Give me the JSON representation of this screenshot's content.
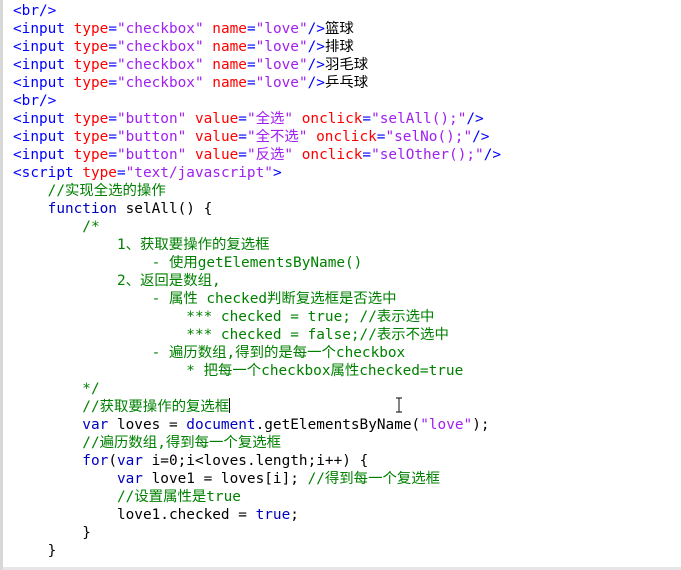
{
  "colors": {
    "tag": "#0000ff",
    "attr": "#ff0000",
    "string": "#a020f0",
    "keyword": "#0000c0",
    "comment": "#008000",
    "plain": "#000000"
  },
  "editor": {
    "lines": [
      [
        {
          "t": "tag",
          "v": "<br/>"
        }
      ],
      [
        {
          "t": "tag",
          "v": "<input "
        },
        {
          "t": "attr",
          "v": "type"
        },
        {
          "t": "tag",
          "v": "="
        },
        {
          "t": "str",
          "v": "\"checkbox\""
        },
        {
          "t": "tag",
          "v": " "
        },
        {
          "t": "attr",
          "v": "name"
        },
        {
          "t": "tag",
          "v": "="
        },
        {
          "t": "str",
          "v": "\"love\""
        },
        {
          "t": "tag",
          "v": "/>"
        },
        {
          "t": "cn",
          "v": "篮球"
        }
      ],
      [
        {
          "t": "tag",
          "v": "<input "
        },
        {
          "t": "attr",
          "v": "type"
        },
        {
          "t": "tag",
          "v": "="
        },
        {
          "t": "str",
          "v": "\"checkbox\""
        },
        {
          "t": "tag",
          "v": " "
        },
        {
          "t": "attr",
          "v": "name"
        },
        {
          "t": "tag",
          "v": "="
        },
        {
          "t": "str",
          "v": "\"love\""
        },
        {
          "t": "tag",
          "v": "/>"
        },
        {
          "t": "cn",
          "v": "排球"
        }
      ],
      [
        {
          "t": "tag",
          "v": "<input "
        },
        {
          "t": "attr",
          "v": "type"
        },
        {
          "t": "tag",
          "v": "="
        },
        {
          "t": "str",
          "v": "\"checkbox\""
        },
        {
          "t": "tag",
          "v": " "
        },
        {
          "t": "attr",
          "v": "name"
        },
        {
          "t": "tag",
          "v": "="
        },
        {
          "t": "str",
          "v": "\"love\""
        },
        {
          "t": "tag",
          "v": "/>"
        },
        {
          "t": "cn",
          "v": "羽毛球"
        }
      ],
      [
        {
          "t": "tag",
          "v": "<input "
        },
        {
          "t": "attr",
          "v": "type"
        },
        {
          "t": "tag",
          "v": "="
        },
        {
          "t": "str",
          "v": "\"checkbox\""
        },
        {
          "t": "tag",
          "v": " "
        },
        {
          "t": "attr",
          "v": "name"
        },
        {
          "t": "tag",
          "v": "="
        },
        {
          "t": "str",
          "v": "\"love\""
        },
        {
          "t": "tag",
          "v": "/>"
        },
        {
          "t": "cn",
          "v": "乒乓球"
        }
      ],
      [
        {
          "t": "tag",
          "v": "<br/>"
        }
      ],
      [
        {
          "t": "tag",
          "v": "<input "
        },
        {
          "t": "attr",
          "v": "type"
        },
        {
          "t": "tag",
          "v": "="
        },
        {
          "t": "str",
          "v": "\"button\""
        },
        {
          "t": "tag",
          "v": " "
        },
        {
          "t": "attr",
          "v": "value"
        },
        {
          "t": "tag",
          "v": "="
        },
        {
          "t": "str",
          "v": "\"全选\""
        },
        {
          "t": "tag",
          "v": " "
        },
        {
          "t": "attr",
          "v": "onclick"
        },
        {
          "t": "tag",
          "v": "="
        },
        {
          "t": "str",
          "v": "\"selAll();\""
        },
        {
          "t": "tag",
          "v": "/>"
        }
      ],
      [
        {
          "t": "tag",
          "v": "<input "
        },
        {
          "t": "attr",
          "v": "type"
        },
        {
          "t": "tag",
          "v": "="
        },
        {
          "t": "str",
          "v": "\"button\""
        },
        {
          "t": "tag",
          "v": " "
        },
        {
          "t": "attr",
          "v": "value"
        },
        {
          "t": "tag",
          "v": "="
        },
        {
          "t": "str",
          "v": "\"全不选\""
        },
        {
          "t": "tag",
          "v": " "
        },
        {
          "t": "attr",
          "v": "onclick"
        },
        {
          "t": "tag",
          "v": "="
        },
        {
          "t": "str",
          "v": "\"selNo();\""
        },
        {
          "t": "tag",
          "v": "/>"
        }
      ],
      [
        {
          "t": "tag",
          "v": "<input "
        },
        {
          "t": "attr",
          "v": "type"
        },
        {
          "t": "tag",
          "v": "="
        },
        {
          "t": "str",
          "v": "\"button\""
        },
        {
          "t": "tag",
          "v": " "
        },
        {
          "t": "attr",
          "v": "value"
        },
        {
          "t": "tag",
          "v": "="
        },
        {
          "t": "str",
          "v": "\"反选\""
        },
        {
          "t": "tag",
          "v": " "
        },
        {
          "t": "attr",
          "v": "onclick"
        },
        {
          "t": "tag",
          "v": "="
        },
        {
          "t": "str",
          "v": "\"selOther();\""
        },
        {
          "t": "tag",
          "v": "/>"
        }
      ],
      [
        {
          "t": "tag",
          "v": "<script "
        },
        {
          "t": "attr",
          "v": "type"
        },
        {
          "t": "tag",
          "v": "="
        },
        {
          "t": "str",
          "v": "\"text/javascript\""
        },
        {
          "t": "tag",
          "v": ">"
        }
      ],
      [
        {
          "t": "comment",
          "v": "    //实现全选的操作"
        }
      ],
      [
        {
          "t": "kw",
          "v": "    function "
        },
        {
          "t": "plain",
          "v": "selAll() {"
        }
      ],
      [
        {
          "t": "comment",
          "v": "        /*"
        }
      ],
      [
        {
          "t": "comment",
          "v": "            1、获取要操作的复选框"
        }
      ],
      [
        {
          "t": "comment",
          "v": "                - 使用getElementsByName()"
        }
      ],
      [
        {
          "t": "comment",
          "v": "            2、返回是数组,"
        }
      ],
      [
        {
          "t": "comment",
          "v": "                - 属性 checked判断复选框是否选中"
        }
      ],
      [
        {
          "t": "comment",
          "v": "                    *** checked = true; //表示选中"
        }
      ],
      [
        {
          "t": "comment",
          "v": "                    *** checked = false;//表示不选中"
        }
      ],
      [
        {
          "t": "comment",
          "v": "                - 遍历数组,得到的是每一个checkbox"
        }
      ],
      [
        {
          "t": "comment",
          "v": "                    * 把每一个checkbox属性checked=true"
        }
      ],
      [
        {
          "t": "comment",
          "v": "        */"
        }
      ],
      [
        {
          "t": "comment",
          "v": "        //获取要操作的复选框"
        },
        {
          "t": "caret",
          "v": ""
        }
      ],
      [
        {
          "t": "kw",
          "v": "        var "
        },
        {
          "t": "plain",
          "v": "loves = "
        },
        {
          "t": "kw",
          "v": "document"
        },
        {
          "t": "plain",
          "v": ".getElementsByName("
        },
        {
          "t": "str",
          "v": "\"love\""
        },
        {
          "t": "plain",
          "v": ");"
        }
      ],
      [
        {
          "t": "comment",
          "v": "        //遍历数组,得到每一个复选框"
        }
      ],
      [
        {
          "t": "kw",
          "v": "        for"
        },
        {
          "t": "plain",
          "v": "("
        },
        {
          "t": "kw",
          "v": "var "
        },
        {
          "t": "plain",
          "v": "i=0;i<loves.length;i++) {"
        }
      ],
      [
        {
          "t": "kw",
          "v": "            var "
        },
        {
          "t": "plain",
          "v": "love1 = loves[i]; "
        },
        {
          "t": "comment",
          "v": "//得到每一个复选框"
        }
      ],
      [
        {
          "t": "comment",
          "v": "            //设置属性是true"
        }
      ],
      [
        {
          "t": "plain",
          "v": "            love1.checked = "
        },
        {
          "t": "kw",
          "v": "true"
        },
        {
          "t": "plain",
          "v": ";"
        }
      ],
      [
        {
          "t": "plain",
          "v": "        }"
        }
      ],
      [
        {
          "t": "plain",
          "v": "    }"
        }
      ]
    ]
  }
}
